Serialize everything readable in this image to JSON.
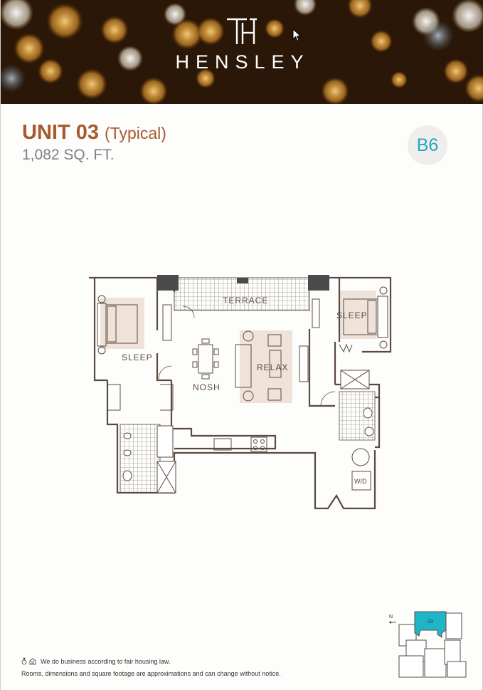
{
  "brand": {
    "monogram": "TH",
    "name": "HENSLEY"
  },
  "unit": {
    "title": "UNIT 03",
    "qualifier": "(Typical)",
    "area": "1,082 SQ. FT.",
    "plan_code": "B6"
  },
  "floorplan": {
    "rooms": {
      "terrace": "TERRACE",
      "sleep_left": "SLEEP",
      "sleep_right": "SLEEP",
      "nosh": "NOSH",
      "relax": "RELAX",
      "laundry": "W/D"
    }
  },
  "keyplan": {
    "north": "N",
    "unit_number": "03"
  },
  "footer": {
    "fair_housing": "We do business according to fair housing law.",
    "disclaimer": "Rooms, dimensions and square footage are approximations and can change without notice."
  },
  "colors": {
    "title_brown": "#a65a2e",
    "badge_cyan": "#22a9bd",
    "keyplan_highlight": "#1fb5c6"
  }
}
